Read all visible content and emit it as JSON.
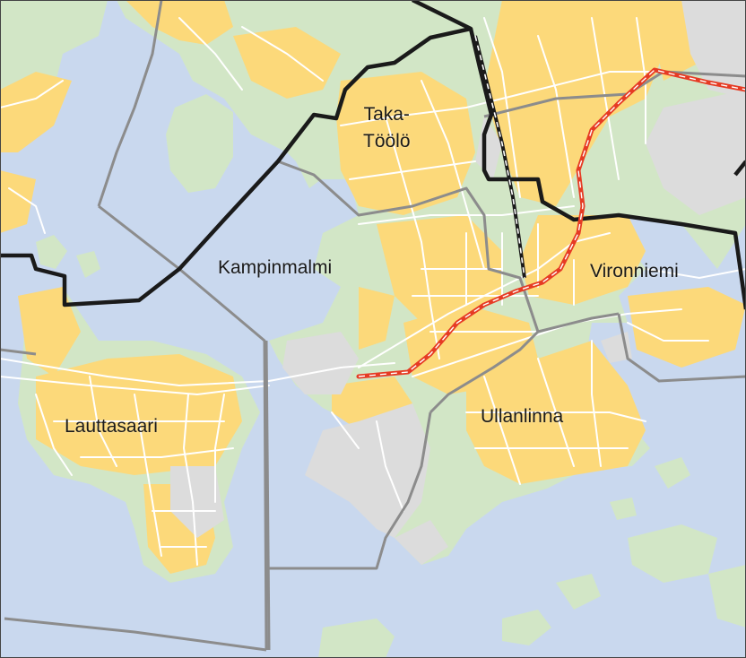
{
  "colors": {
    "water": "#c9d8ee",
    "land": "#d2e6c6",
    "urban": "#fcd97a",
    "industrial": "#dcdcdc",
    "streets": "#ffffff",
    "district_border": "#8c8c8c",
    "major_border": "#1a1a1a",
    "metro": "#e63b24",
    "railway": "#1a1a1a"
  },
  "labels": {
    "taka_toolo_line1": "Taka-",
    "taka_toolo_line2": "Töölö",
    "kampinmalmi": "Kampinmalmi",
    "vironniemi": "Vironniemi",
    "lauttasaari": "Lauttasaari",
    "ullanlinna": "Ullanlinna"
  }
}
